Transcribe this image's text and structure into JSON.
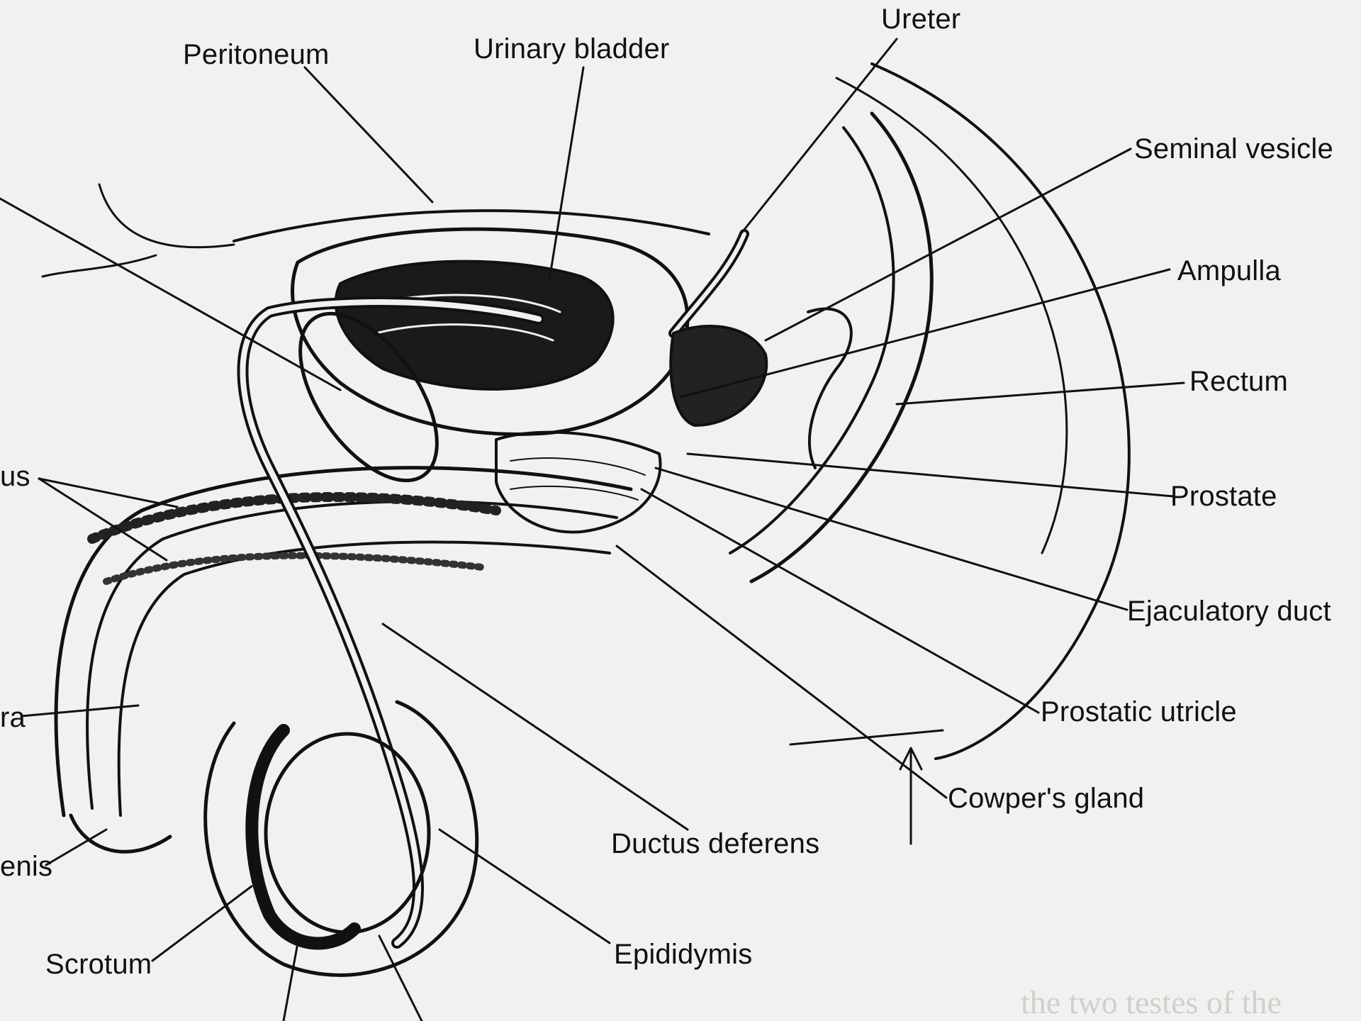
{
  "diagram": {
    "labels": {
      "peritoneum": "Peritoneum",
      "urinary_bladder": "Urinary bladder",
      "ureter": "Ureter",
      "seminal_vesicle": "Seminal vesicle",
      "ampulla": "Ampulla",
      "rectum": "Rectum",
      "prostate": "Prostate",
      "ejaculatory_duct": "Ejaculatory duct",
      "prostatic_utricle": "Prostatic utricle",
      "cowpers_gland": "Cowper's gland",
      "ductus_deferens": "Ductus deferens",
      "epididymis": "Epididymis",
      "scrotum": "Scrotum",
      "cut_left_1": "us",
      "cut_left_2": "ra",
      "cut_left_3": "enis"
    }
  },
  "background_text": {
    "bottom_right_line": "the two testes of the"
  },
  "colors": {
    "ink": "#111111",
    "paper": "#f1f1ef",
    "faded_text": "#cfcfcc"
  }
}
